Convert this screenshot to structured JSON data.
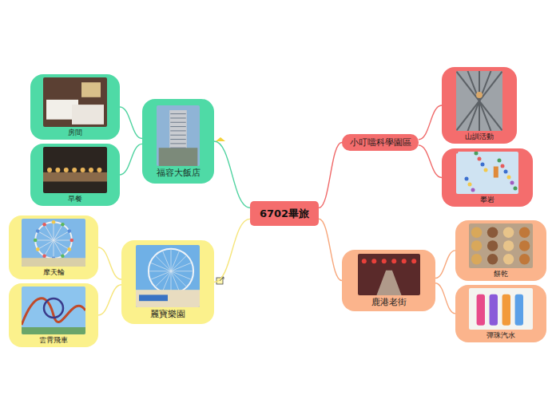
{
  "diagram": {
    "nodes": [
      {
        "text": [
          "6702畢旅"
        ]
      },
      {
        "text": [
          "福容大飯店"
        ]
      },
      {
        "text": [
          "房間"
        ]
      },
      {
        "text": [
          "早餐"
        ]
      },
      {
        "text": [
          "麗寶樂園"
        ]
      },
      {
        "text": [
          "摩天輪"
        ]
      },
      {
        "text": [
          "雲霄飛車"
        ]
      },
      {
        "text": [
          "小叮噹科學園區"
        ]
      },
      {
        "text": [
          "山訓活動"
        ]
      },
      {
        "text": [
          "攀岩"
        ]
      },
      {
        "text": [
          "鹿港老街"
        ]
      },
      {
        "text": [
          "餅乾"
        ]
      },
      {
        "text": [
          "彈珠汽水"
        ]
      }
    ],
    "edges": [
      {
        "from": 0,
        "to": 1,
        "arrow": "none"
      },
      {
        "from": 1,
        "to": 2,
        "arrow": "none"
      },
      {
        "from": 1,
        "to": 3,
        "arrow": "none"
      },
      {
        "from": 0,
        "to": 4,
        "arrow": "none"
      },
      {
        "from": 4,
        "to": 5,
        "arrow": "none"
      },
      {
        "from": 4,
        "to": 6,
        "arrow": "none"
      },
      {
        "from": 0,
        "to": 7,
        "arrow": "none"
      },
      {
        "from": 7,
        "to": 8,
        "arrow": "none"
      },
      {
        "from": 7,
        "to": 9,
        "arrow": "none"
      },
      {
        "from": 0,
        "to": 10,
        "arrow": "none"
      },
      {
        "from": 10,
        "to": 11,
        "arrow": "none"
      },
      {
        "from": 10,
        "to": 12,
        "arrow": "none"
      }
    ]
  }
}
